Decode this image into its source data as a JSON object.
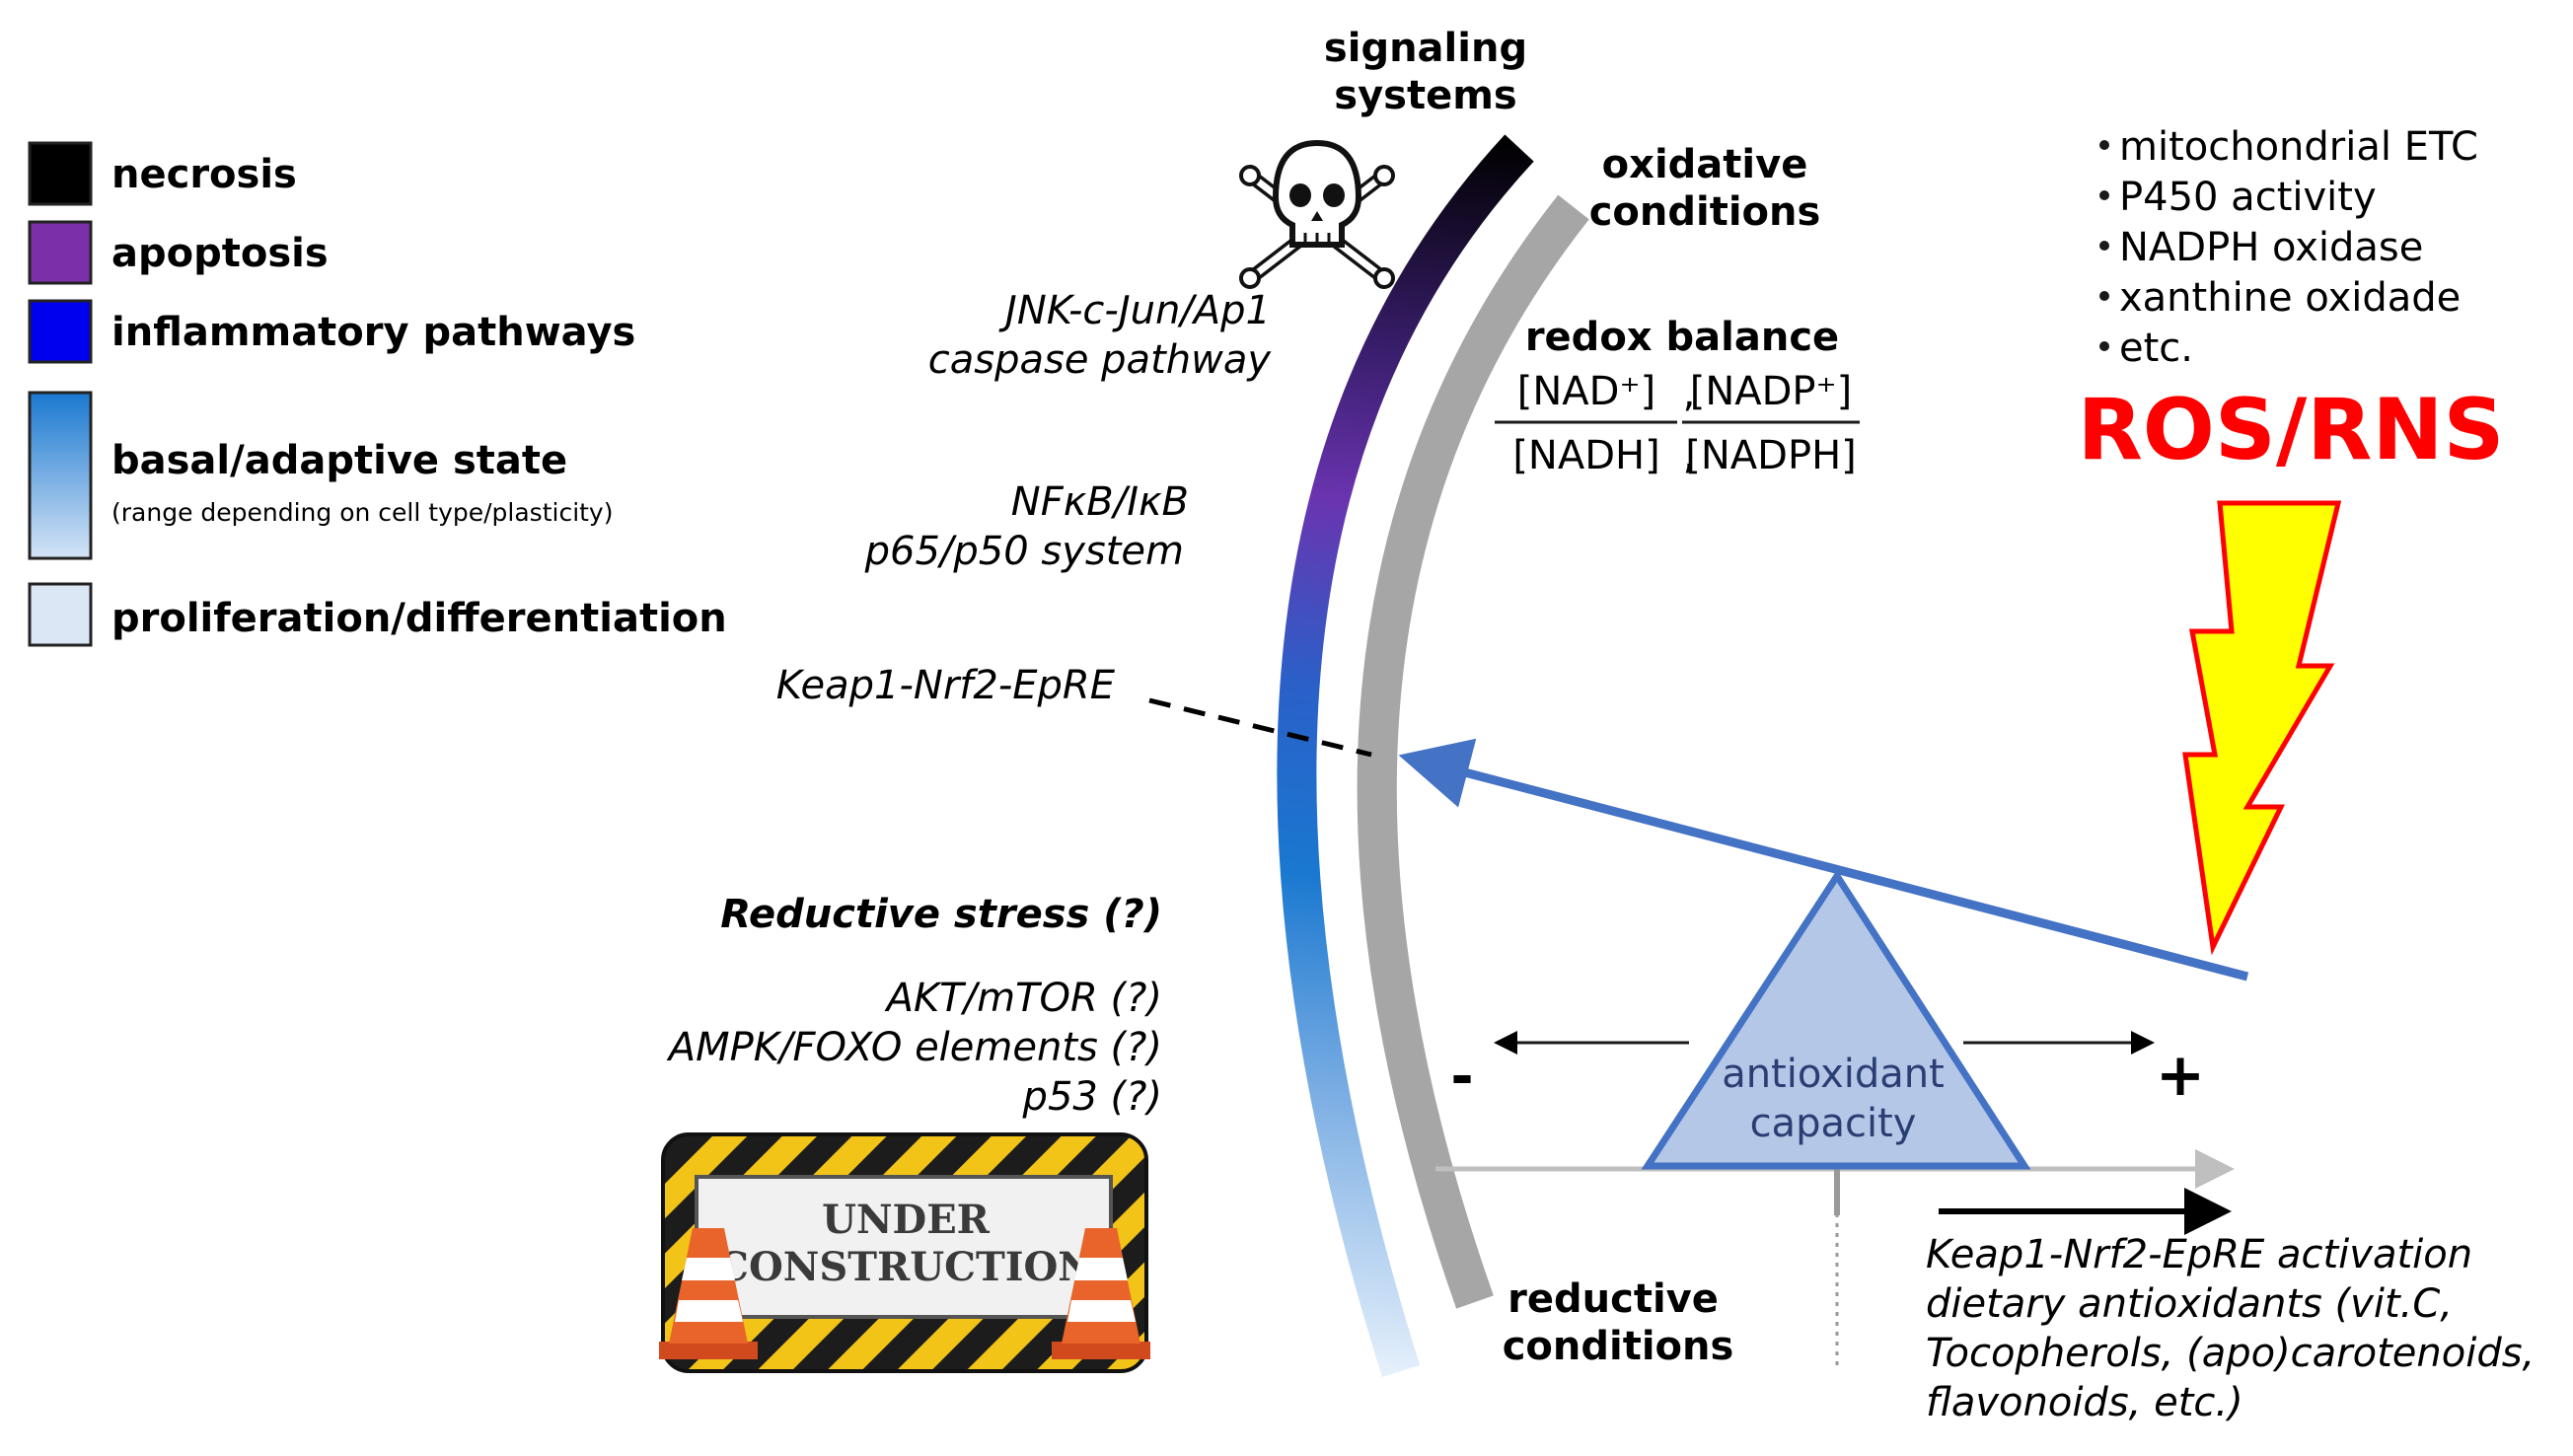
{
  "legend": {
    "items": [
      {
        "label": "necrosis",
        "color": "#000000"
      },
      {
        "label": "apoptosis",
        "color": "#7b2fa8"
      },
      {
        "label": "inflammatory pathways",
        "color": "#0000ee"
      },
      {
        "label": "basal/adaptive state",
        "sublabel": "(range depending on cell type/plasticity)",
        "gradient": [
          "#1a78d0",
          "#c9ddf3"
        ]
      },
      {
        "label": "proliferation/differentiation",
        "color": "#dce7f6"
      }
    ]
  },
  "arc_labels": {
    "signaling": [
      "signaling",
      "systems"
    ],
    "oxidative": [
      "oxidative",
      "conditions"
    ],
    "reductive": [
      "reductive",
      "conditions"
    ]
  },
  "pathways": {
    "jnk": [
      "JNK-c-Jun/Ap1",
      "caspase pathway"
    ],
    "nfkb": [
      "NFκB/IκB",
      "p65/p50 system"
    ],
    "keap": "Keap1-Nrf2-EpRE",
    "reductive_stress": "Reductive stress (?)",
    "reductive_list": [
      "AKT/mTOR (?)",
      "AMPK/FOXO elements (?)",
      "p53 (?)"
    ]
  },
  "redox": {
    "title": "redox balance",
    "num1": "[NAD⁺]",
    "den1": "[NADH]",
    "sep": ",",
    "num2": "[NADP⁺]",
    "den2": "[NADPH]"
  },
  "sources": {
    "items": [
      "mitochondrial ETC",
      "P450 activity",
      "NADPH oxidase",
      "xanthine oxidade",
      "etc."
    ],
    "ros": "ROS/RNS"
  },
  "balance": {
    "fulcrum": [
      "antioxidant",
      "capacity"
    ],
    "minus": "-",
    "plus": "+"
  },
  "activation": [
    "Keap1-Nrf2-EpRE activation",
    "dietary antioxidants (vit.C,",
    "Tocopherols, (apo)carotenoids,",
    "flavonoids, etc.)"
  ],
  "sign": [
    "UNDER",
    "CONSTRUCTION"
  ],
  "colors": {
    "arc_top": "#000000",
    "arc_purple": "#7b2fa8",
    "arc_blue": "#1a78d0",
    "arc_bottom": "#e8f1fb",
    "gray_arc": "#a6a6a6",
    "lever": "#4472c4",
    "fulcrum_fill": "#b4c7e7",
    "ros_red": "#ff0000",
    "bolt_fill": "#ffff00",
    "bolt_stroke": "#ff0000"
  }
}
